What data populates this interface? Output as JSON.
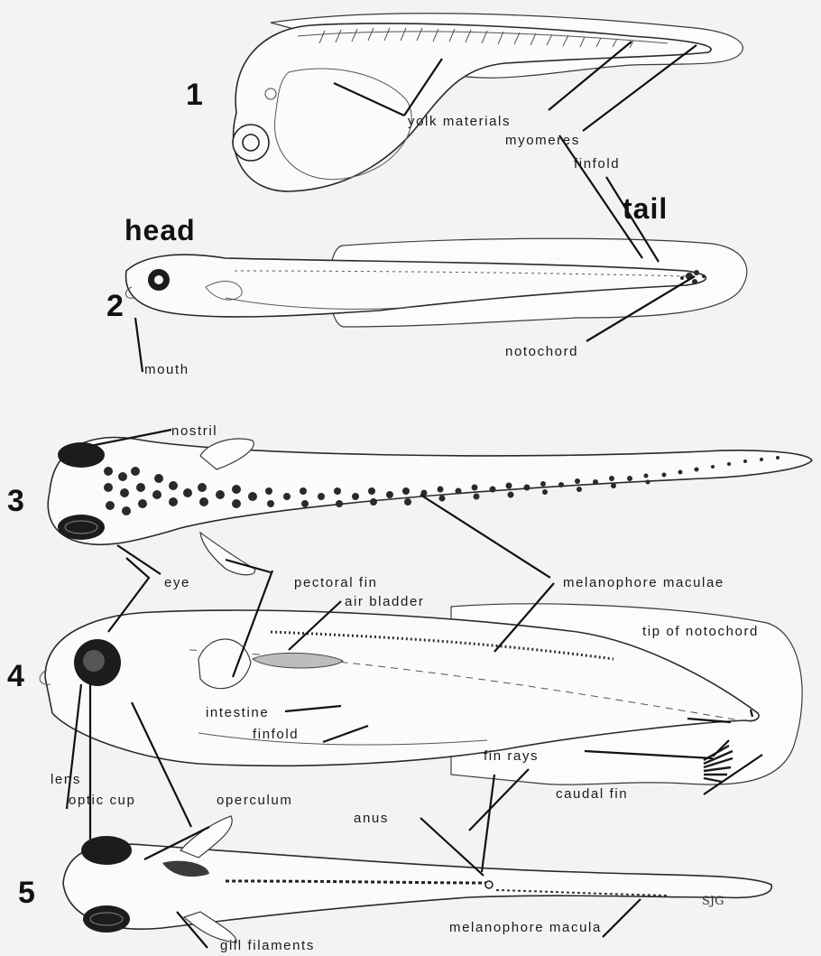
{
  "stages": {
    "s1": "1",
    "s2": "2",
    "s3": "3",
    "s4": "4",
    "s5": "5"
  },
  "headings": {
    "head": "head",
    "tail": "tail"
  },
  "labels": {
    "yolk_materials": "yolk materials",
    "myomeres": "myomeres",
    "finfold_1": "finfold",
    "mouth": "mouth",
    "notochord": "notochord",
    "nostril": "nostril",
    "eye": "eye",
    "pectoral_fin": "pectoral fin",
    "melanophore_maculae": "melanophore maculae",
    "air_bladder": "air bladder",
    "tip_of_notochord": "tip of notochord",
    "intestine": "intestine",
    "finfold_2": "finfold",
    "fin_rays": "fin rays",
    "lens": "lens",
    "optic_cup": "optic cup",
    "operculum": "operculum",
    "anus": "anus",
    "caudal_fin": "caudal fin",
    "gill_filaments": "gill filaments",
    "melanophore_macula": "melanophore macula"
  },
  "signature": "SJG"
}
